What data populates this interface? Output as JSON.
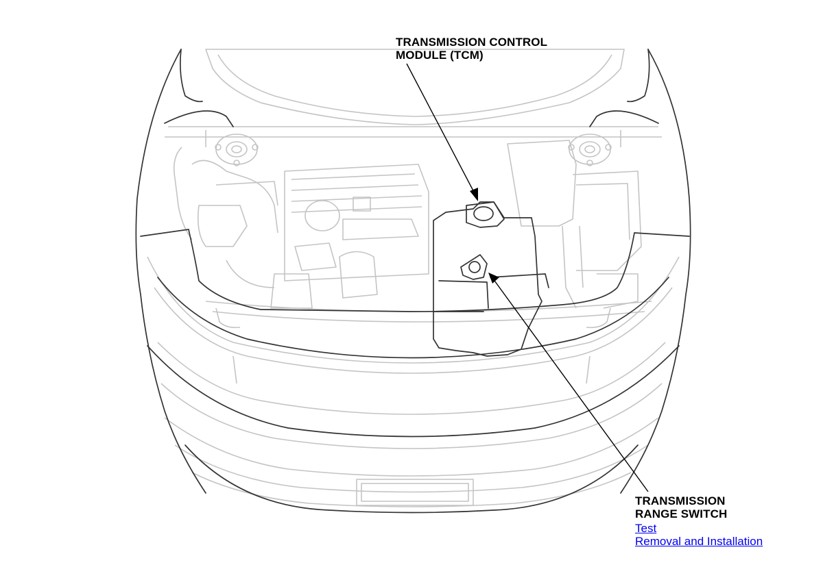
{
  "callouts": {
    "tcm": {
      "line1": "TRANSMISSION CONTROL",
      "line2": "MODULE (TCM)"
    },
    "range_switch": {
      "line1": "TRANSMISSION",
      "line2": "RANGE SWITCH"
    }
  },
  "links": {
    "test": "Test",
    "removal": "Removal and Installation"
  },
  "colors": {
    "outline_dark": "#333333",
    "outline_light": "#c4c4c4",
    "link": "#0000ee"
  }
}
